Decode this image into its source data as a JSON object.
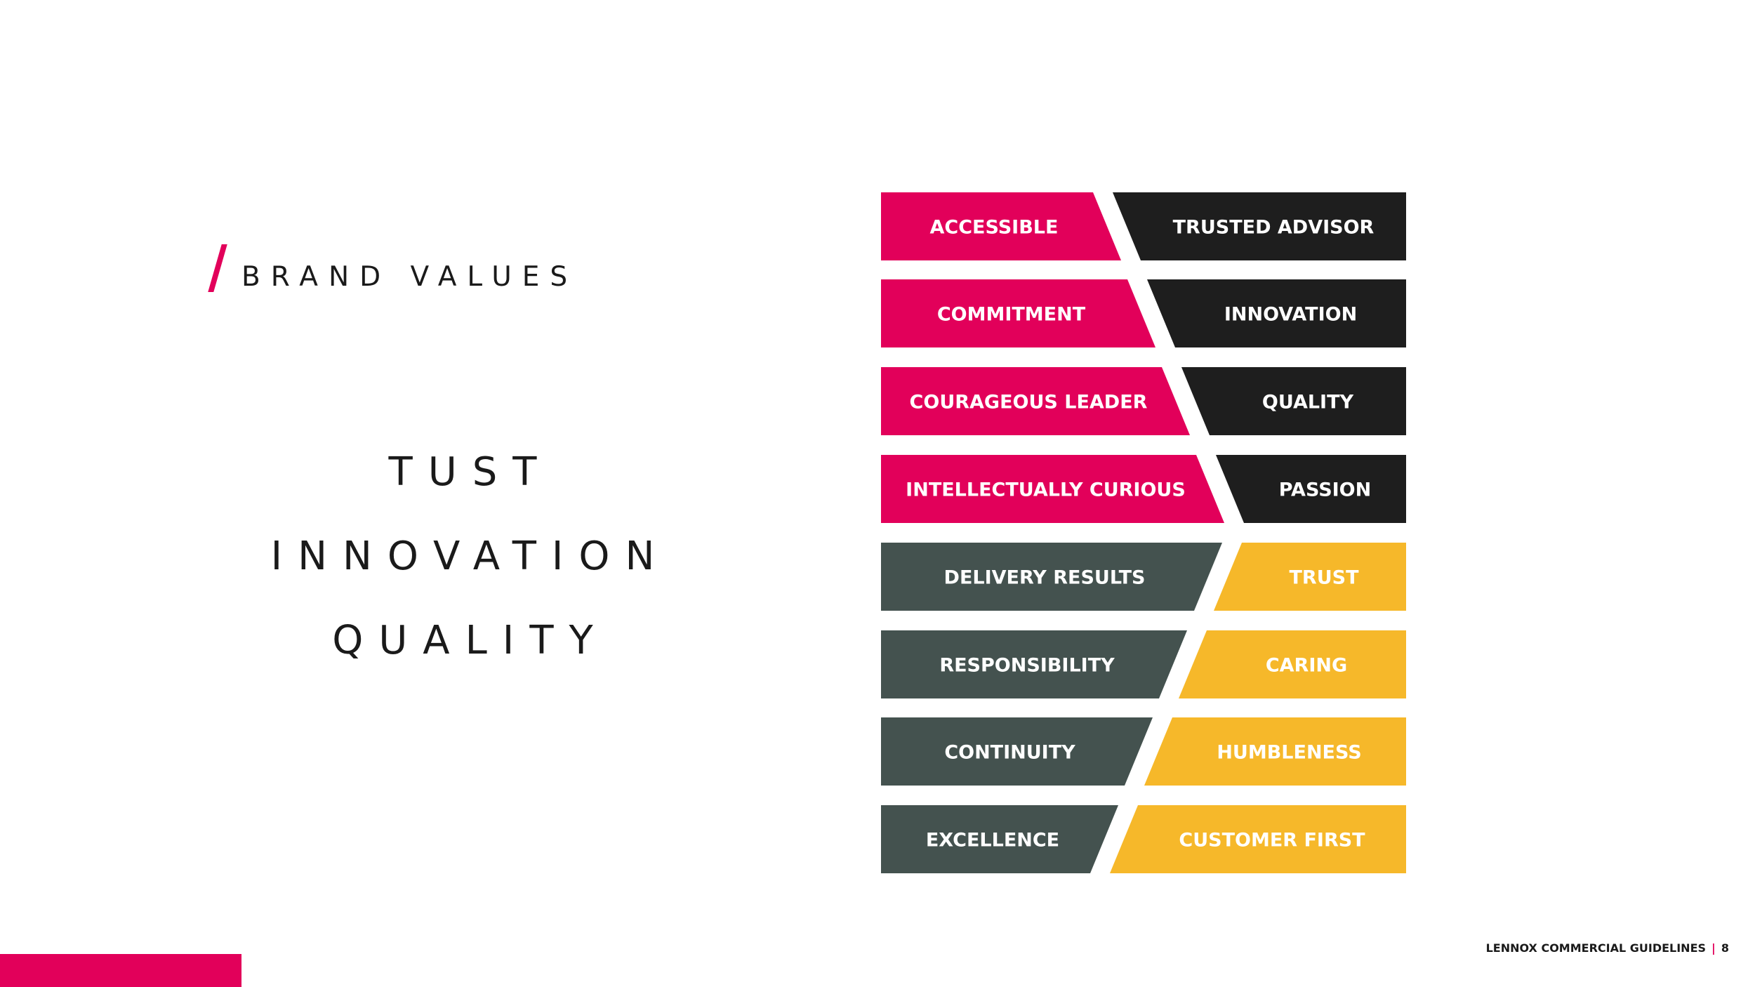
{
  "page": {
    "section_title": "BRAND VALUES",
    "headlines": [
      "TUST",
      "INNOVATION",
      "QUALITY"
    ]
  },
  "colors": {
    "accent": "#e2005a",
    "dark": "#1e1e1e",
    "slate": "#44524f",
    "yellow": "#f6b82a"
  },
  "values": {
    "left": [
      {
        "label": "ACCESSIBLE",
        "color": "#e2005a"
      },
      {
        "label": "COMMITMENT",
        "color": "#e2005a"
      },
      {
        "label": "COURAGEOUS LEADER",
        "color": "#e2005a"
      },
      {
        "label": "INTELLECTUALLY CURIOUS",
        "color": "#e2005a"
      },
      {
        "label": "DELIVERY RESULTS",
        "color": "#44524f"
      },
      {
        "label": "RESPONSIBILITY",
        "color": "#44524f"
      },
      {
        "label": "CONTINUITY",
        "color": "#44524f"
      },
      {
        "label": "EXCELLENCE",
        "color": "#44524f"
      }
    ],
    "right": [
      {
        "label": "TRUSTED ADVISOR",
        "color": "#1e1e1e"
      },
      {
        "label": "INNOVATION",
        "color": "#1e1e1e"
      },
      {
        "label": "QUALITY",
        "color": "#1e1e1e"
      },
      {
        "label": "PASSION",
        "color": "#1e1e1e"
      },
      {
        "label": "TRUST",
        "color": "#f6b82a"
      },
      {
        "label": "CARING",
        "color": "#f6b82a"
      },
      {
        "label": "HUMBLENESS",
        "color": "#f6b82a"
      },
      {
        "label": "CUSTOMER FIRST",
        "color": "#f6b82a"
      }
    ]
  },
  "footer": {
    "label": "LENNOX COMMERCIAL GUIDELINES",
    "separator": "|",
    "page_number": "8"
  }
}
